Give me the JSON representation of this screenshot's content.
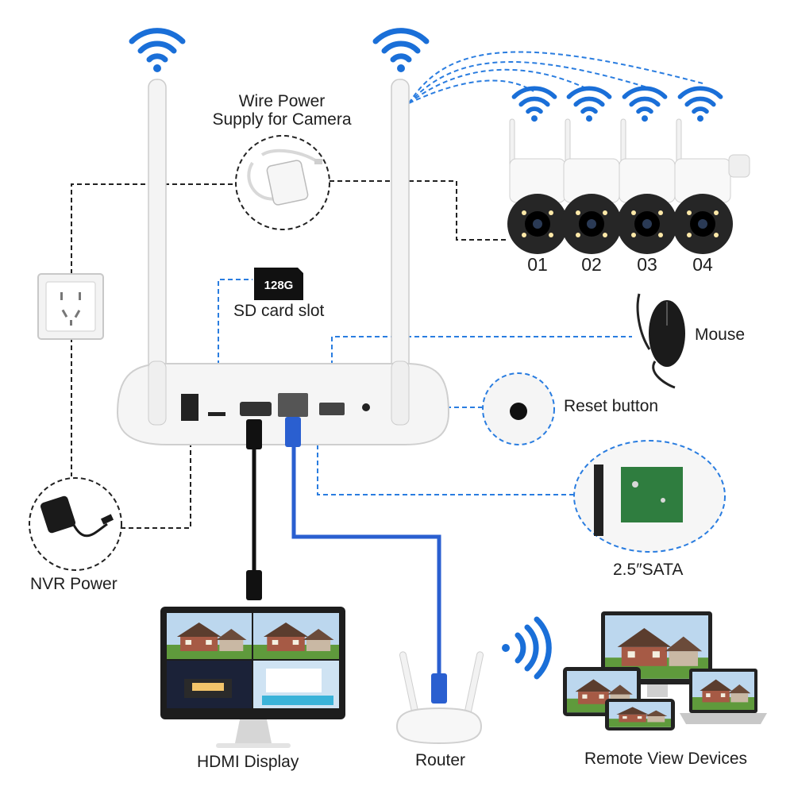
{
  "labels": {
    "wire_power": [
      "Wire Power",
      "Supply for Camera"
    ],
    "sd_card_slot": "SD card slot",
    "sd_capacity": "128G",
    "mouse": "Mouse",
    "reset_button": "Reset button",
    "sata": "2.5″SATA",
    "nvr_power": "NVR Power",
    "hdmi_display": "HDMI Display",
    "router": "Router",
    "remote_view": "Remote View Devices"
  },
  "cameras": [
    "01",
    "02",
    "03",
    "04"
  ],
  "colors": {
    "wifi_blue": "#1a6fd8",
    "link_dash_blue": "#2a7de0",
    "power_dash_black": "#222222",
    "lan_cable": "#2a5fd0",
    "hdmi_cable": "#111111",
    "device_white": "#f4f4f4"
  }
}
